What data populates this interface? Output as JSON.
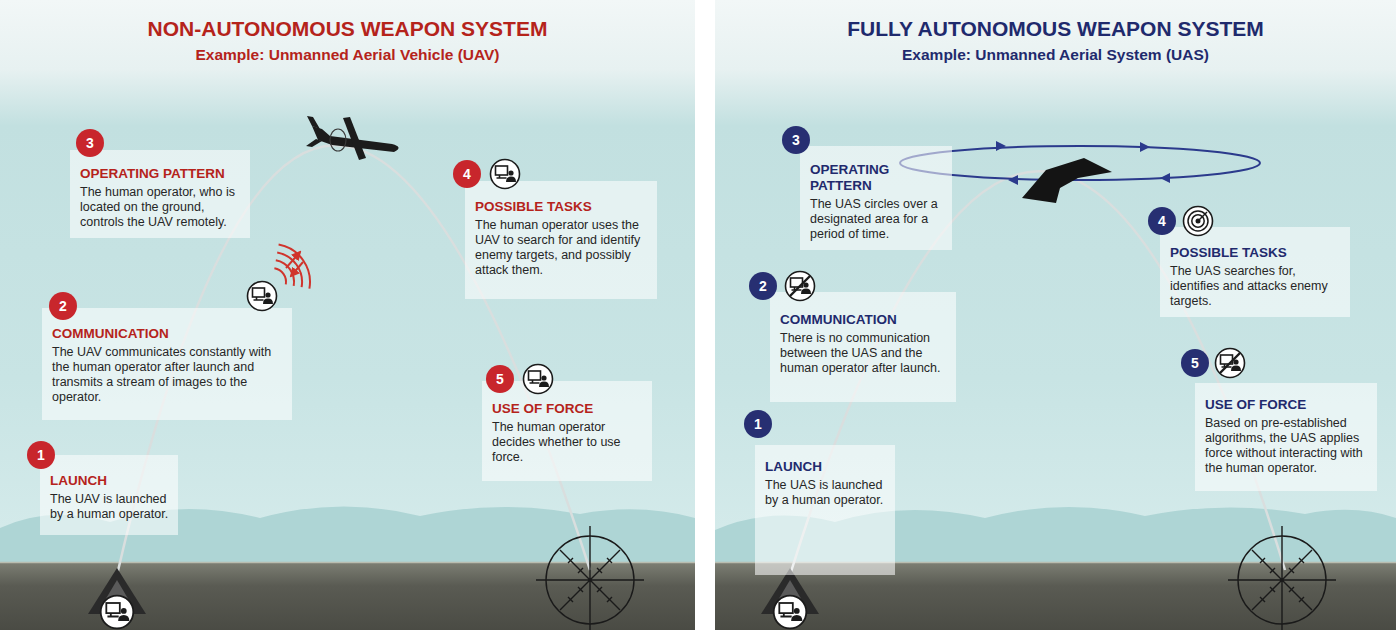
{
  "diagram": {
    "nodes": [
      {
        "text": [
          "NON-AUTONOMOUS WEAPON SYSTEM",
          "Example: Unmanned Aerial Vehicle (UAV)"
        ]
      },
      {
        "text": [
          "1",
          "LAUNCH",
          "The UAV is launched by a human operator."
        ],
        "in": 0
      },
      {
        "text": [
          "2",
          "COMMUNICATION",
          "The UAV communicates constantly with the human operator after launch and transmits a stream of images to the operator."
        ],
        "in": 0
      },
      {
        "text": [
          "3",
          "OPERATING PATTERN",
          "The human operator, who is located on the ground, controls the UAV remotely."
        ],
        "in": 0
      },
      {
        "text": [
          "4",
          "POSSIBLE TASKS",
          "The human operator uses the UAV to search for and identify enemy targets, and possibly attack them."
        ],
        "in": 0
      },
      {
        "text": [
          "5",
          "USE OF FORCE",
          "The human operator decides whether to use force."
        ],
        "in": 0
      },
      {
        "text": [
          "FULLY AUTONOMOUS WEAPON SYSTEM",
          "Example: Unmanned Aerial System (UAS)"
        ]
      },
      {
        "text": [
          "1",
          "LAUNCH",
          "The UAS is launched by a human operator."
        ],
        "in": 6
      },
      {
        "text": [
          "2",
          "COMMUNICATION",
          "There is no communication between the UAS and the human operator after launch."
        ],
        "in": 6
      },
      {
        "text": [
          "3",
          "OPERATING PATTERN",
          "The UAS circles over a designated area for a period of time."
        ],
        "in": 6
      },
      {
        "text": [
          "4",
          "POSSIBLE TASKS",
          "The UAS searches for, identifies and attacks enemy targets."
        ],
        "in": 6
      },
      {
        "text": [
          "5",
          "USE OF FORCE",
          "Based on pre-established algorithms, the UAS applies force without interacting with the human operator."
        ],
        "in": 6
      }
    ]
  }
}
